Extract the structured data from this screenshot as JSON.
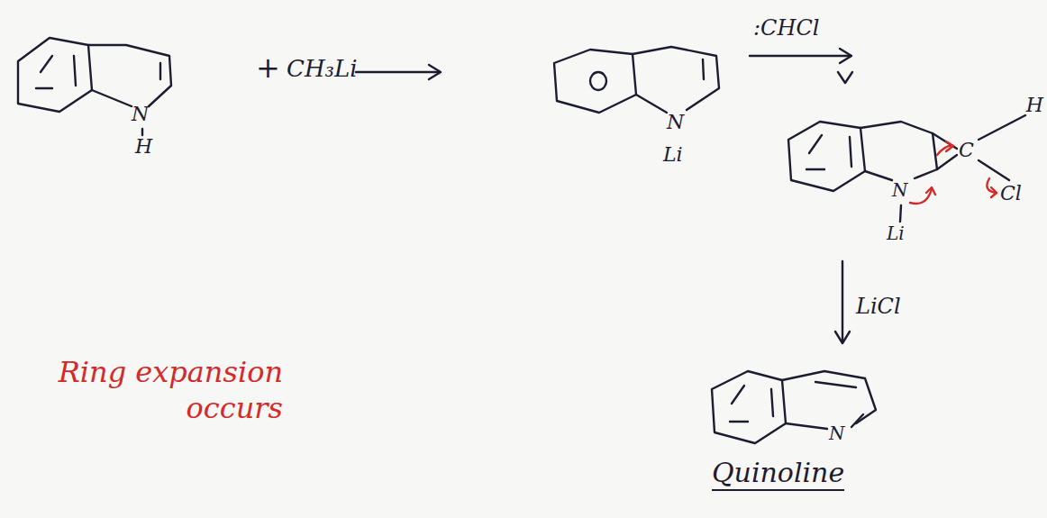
{
  "diagram": {
    "labels": [
      "N",
      "H",
      "+",
      "CH₃Li",
      "N",
      "Li",
      ":CHCl",
      "N",
      "Li",
      "C",
      "H",
      "Cl",
      "LiCl",
      "N",
      "Quinoline",
      "Ring expansion occurs"
    ]
  }
}
